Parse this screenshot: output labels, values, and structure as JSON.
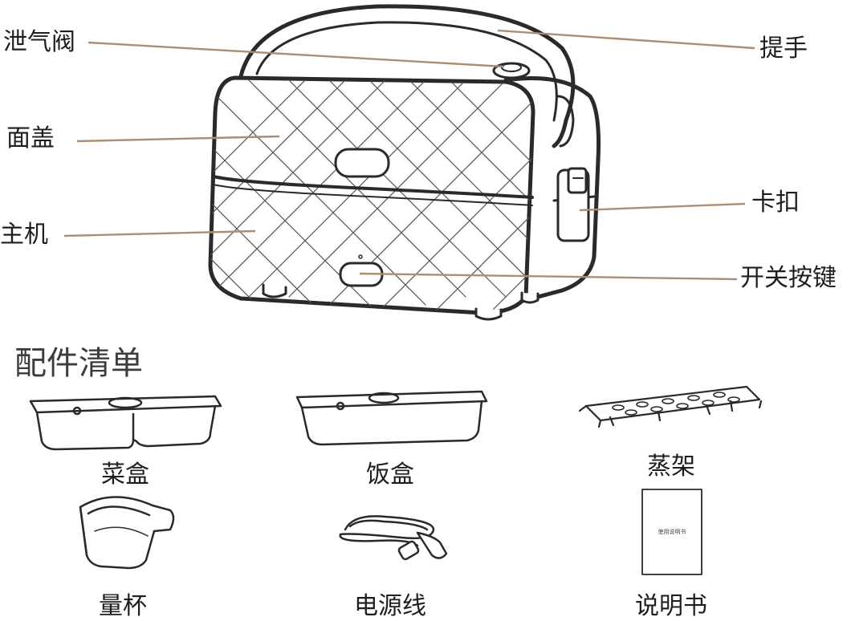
{
  "callouts": {
    "vent_valve": "泄气阀",
    "handle": "提手",
    "top_cover": "面盖",
    "main_unit": "主机",
    "clasp": "卡扣",
    "power_button": "开关按键"
  },
  "accessories": {
    "title": "配件清单",
    "items": [
      {
        "label": "菜盒",
        "icon": "dish-box-icon"
      },
      {
        "label": "饭盒",
        "icon": "rice-box-icon"
      },
      {
        "label": "蒸架",
        "icon": "steam-rack-icon"
      },
      {
        "label": "量杯",
        "icon": "measuring-cup-icon"
      },
      {
        "label": "电源线",
        "icon": "power-cord-icon"
      },
      {
        "label": "说明书",
        "icon": "manual-icon"
      }
    ],
    "manual_cover_text": "使用说明书"
  },
  "colors": {
    "leader_line": "#a98f76",
    "outline": "#2a2a2a"
  }
}
